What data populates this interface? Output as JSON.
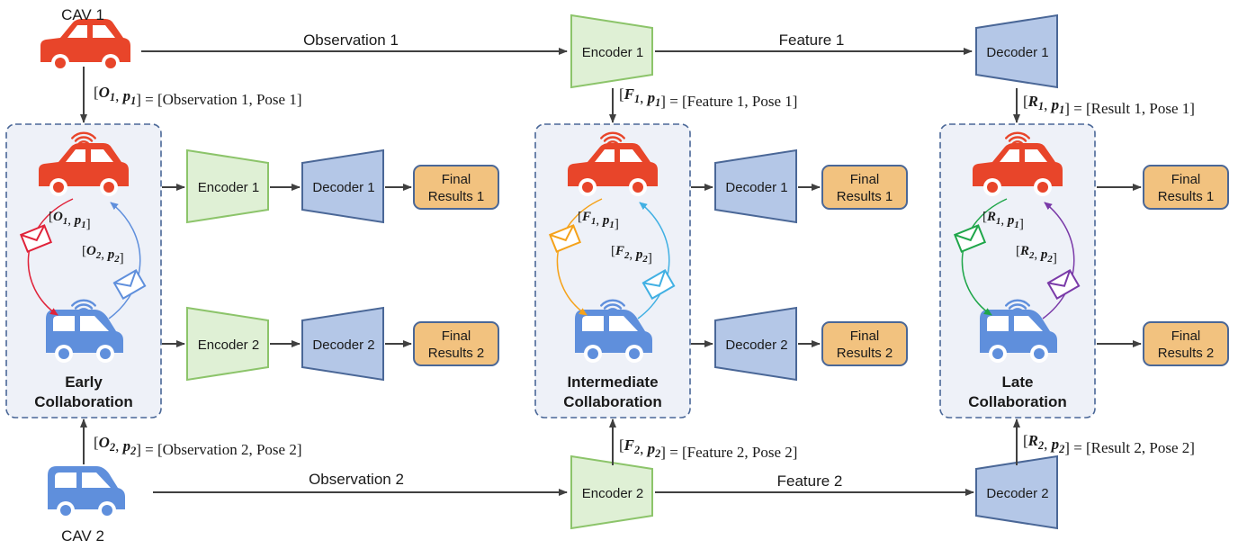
{
  "colors": {
    "encoder_fill": "#dff0d5",
    "encoder_stroke": "#8cc46a",
    "decoder_fill": "#b4c7e7",
    "decoder_stroke": "#4a6797",
    "result_fill": "#f2c27f",
    "result_stroke": "#4a6797",
    "panel_fill": "#eef1f8",
    "panel_stroke": "#4a6797",
    "car1": "#e8452a",
    "car2": "#5f8fdc",
    "arrow": "#404040",
    "early_up": "#5f8fdc",
    "early_down": "#e0233a",
    "inter_up": "#41b0e3",
    "inter_down": "#f5a21a",
    "late_up": "#7a3aa8",
    "late_down": "#1fa64a"
  },
  "cav": {
    "top_label": "CAV 1",
    "bottom_label": "CAV 2"
  },
  "top_row": {
    "observation_label": "Observation 1",
    "feature_label": "Feature 1",
    "encoder_label": "Encoder 1",
    "decoder_label": "Decoder 1"
  },
  "bottom_row": {
    "observation_label": "Observation 2",
    "feature_label": "Feature 2",
    "encoder_label": "Encoder 2",
    "decoder_label": "Decoder 2"
  },
  "equations": {
    "early_top": {
      "sym": "O",
      "idx": "1",
      "text": "[Observation 1, Pose 1]"
    },
    "early_bottom": {
      "sym": "O",
      "idx": "2",
      "text": "[Observation 2, Pose 2]"
    },
    "inter_top": {
      "sym": "F",
      "idx": "1",
      "text": "[Feature 1, Pose 1]"
    },
    "inter_bottom": {
      "sym": "F",
      "idx": "2",
      "text": "[Feature 2, Pose 2]"
    },
    "late_top": {
      "sym": "R",
      "idx": "1",
      "text": "[Result 1, Pose 1]"
    },
    "late_bottom": {
      "sym": "R",
      "idx": "2",
      "text": "[Result 2, Pose 2]"
    }
  },
  "panels": {
    "early": {
      "title_line1": "Early",
      "title_line2": "Collaboration",
      "msg_sym": "O"
    },
    "intermediate": {
      "title_line1": "Intermediate",
      "title_line2": "Collaboration",
      "msg_sym": "F"
    },
    "late": {
      "title_line1": "Late",
      "title_line2": "Collaboration",
      "msg_sym": "R"
    }
  },
  "pipelines": {
    "early": {
      "enc1": "Encoder 1",
      "dec1": "Decoder 1",
      "res1": [
        "Final",
        "Results 1"
      ],
      "enc2": "Encoder 2",
      "dec2": "Decoder 2",
      "res2": [
        "Final",
        "Results 2"
      ]
    },
    "intermediate": {
      "dec1": "Decoder 1",
      "res1": [
        "Final",
        "Results 1"
      ],
      "dec2": "Decoder 2",
      "res2": [
        "Final",
        "Results 2"
      ]
    },
    "late": {
      "res1": [
        "Final",
        "Results 1"
      ],
      "res2": [
        "Final",
        "Results 2"
      ]
    }
  }
}
